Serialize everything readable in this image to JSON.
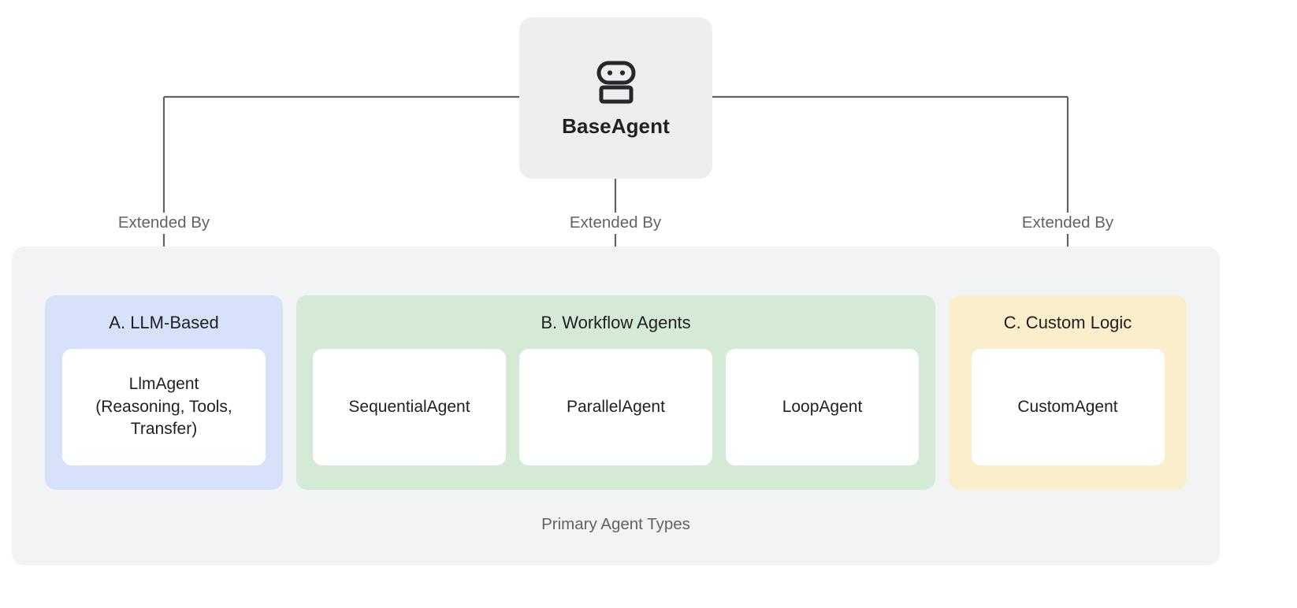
{
  "diagram": {
    "root": {
      "label": "BaseAgent",
      "icon": "robot-icon",
      "background_color": "#eeeeee"
    },
    "edges": [
      {
        "label": "Extended By",
        "target": "A. LLM-Based"
      },
      {
        "label": "Extended By",
        "target": "B. Workflow Agents"
      },
      {
        "label": "Extended By",
        "target": "C. Custom Logic"
      }
    ],
    "edge_color": "#5f6368",
    "container": {
      "caption": "Primary Agent Types",
      "background_color": "#f1f3f4"
    },
    "categories": [
      {
        "id": "llm-based",
        "title": "A. LLM-Based",
        "background_color": "#d7e2fa",
        "cards": [
          {
            "label": "LlmAgent\n(Reasoning, Tools,\nTransfer)"
          }
        ]
      },
      {
        "id": "workflow-agents",
        "title": "B. Workflow Agents",
        "background_color": "#d4e9d6",
        "cards": [
          {
            "label": "SequentialAgent"
          },
          {
            "label": "ParallelAgent"
          },
          {
            "label": "LoopAgent"
          }
        ]
      },
      {
        "id": "custom-logic",
        "title": "C. Custom Logic",
        "background_color": "#faeecb",
        "cards": [
          {
            "label": "CustomAgent"
          }
        ]
      }
    ]
  }
}
